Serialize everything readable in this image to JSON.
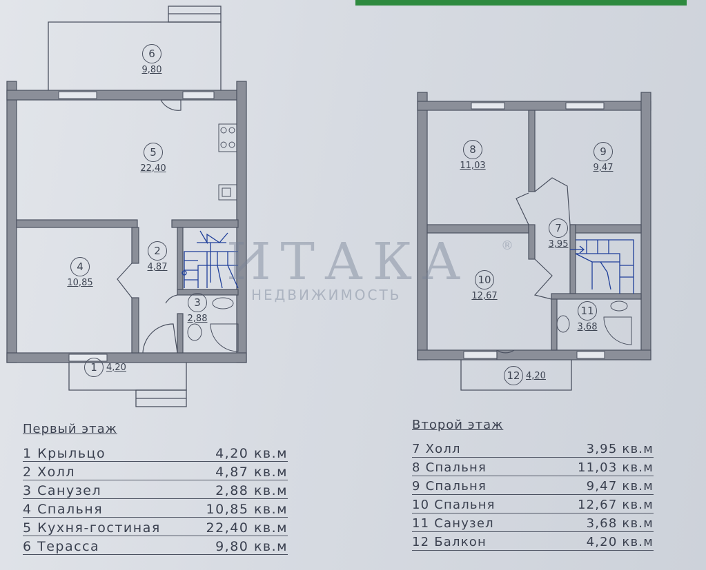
{
  "floor1": {
    "rooms": [
      {
        "num": "1",
        "area": "4,20"
      },
      {
        "num": "2",
        "area": "4,87"
      },
      {
        "num": "3",
        "area": "2,88"
      },
      {
        "num": "4",
        "area": "10,85"
      },
      {
        "num": "5",
        "area": "22,40"
      },
      {
        "num": "6",
        "area": "9,80"
      }
    ],
    "legend_title": "Первый этаж",
    "legend": [
      {
        "name": "1  Крыльцо",
        "value": "4,20 кв.м"
      },
      {
        "name": "2  Холл",
        "value": "4,87 кв.м"
      },
      {
        "name": "3  Санузел",
        "value": "2,88 кв.м"
      },
      {
        "name": "4  Спальня",
        "value": "10,85 кв.м"
      },
      {
        "name": "5  Кухня-гостиная",
        "value": "22,40 кв.м"
      },
      {
        "name": "6  Терасса",
        "value": "9,80 кв.м"
      }
    ]
  },
  "floor2": {
    "rooms": [
      {
        "num": "7",
        "area": "3,95"
      },
      {
        "num": "8",
        "area": "11,03"
      },
      {
        "num": "9",
        "area": "9,47"
      },
      {
        "num": "10",
        "area": "12,67"
      },
      {
        "num": "11",
        "area": "3,68"
      },
      {
        "num": "12",
        "area": "4,20"
      }
    ],
    "legend_title": "Второй этаж",
    "legend": [
      {
        "name": "7  Холл",
        "value": "3,95 кв.м"
      },
      {
        "name": "8  Спальня",
        "value": "11,03 кв.м"
      },
      {
        "name": "9  Спальня",
        "value": "9,47 кв.м"
      },
      {
        "name": "10 Спальня",
        "value": "12,67 кв.м"
      },
      {
        "name": "11 Санузел",
        "value": "3,68 кв.м"
      },
      {
        "name": "12 Балкон",
        "value": "4,20 кв.м"
      }
    ]
  },
  "watermark": {
    "logo": "ИТАКА",
    "registered": "®",
    "subtitle": "НЕДВИЖИМОСТЬ"
  },
  "colors": {
    "wall": "#8b8f99",
    "line": "#4b5160",
    "stair": "#1f3f9a",
    "accent": "#2e8a3f"
  }
}
